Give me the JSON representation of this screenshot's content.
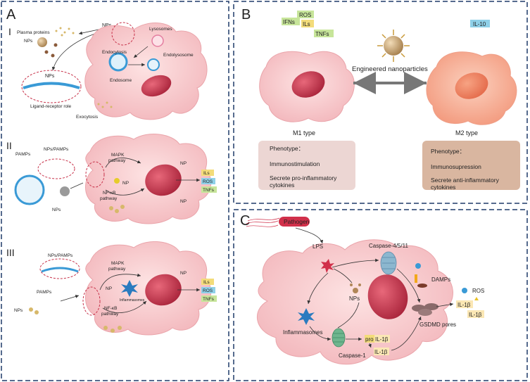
{
  "panels": {
    "a": {
      "letter": "A",
      "sections": {
        "one": {
          "numeral": "I",
          "plasma_proteins": "Plasma proteins",
          "nps_top": "NPs",
          "nps_left": "NPs",
          "nps_bubble": "NPs",
          "ligand_receptor": "Ligand-receptor role",
          "lysosomes": "Lysosomes",
          "endocytosis": "Endocytosis",
          "endolysosome": "Endolysosome",
          "endosome": "Endosome",
          "exocytosis": "Exocytosis"
        },
        "two": {
          "numeral": "II",
          "nps_pamps": "NPs/PAMPs",
          "pamps": "PAMPs",
          "nps": "NPs",
          "np_inner": "NP",
          "mapk_line1": "MAPK",
          "mapk_line2": "pathway",
          "nfkb_line1": "NF-κB",
          "nfkb_line2": "pathway",
          "np_top": "NP",
          "np_bottom": "NP",
          "tags": [
            "ILs",
            "ROS",
            "TNFs"
          ]
        },
        "three": {
          "numeral": "III",
          "nps_pamps": "NPs/PAMPs",
          "pamps": "PAMPs",
          "nps": "NPs",
          "np_inner": "NP",
          "mapk_line1": "MAPK",
          "mapk_line2": "pathway",
          "nfkb_line1": "NF-κB",
          "nfkb_line2": "pathway",
          "inflammasomes": "Inflammasomes",
          "np_right": "NP",
          "tags": [
            "ILs",
            "ROS",
            "TNFs"
          ]
        }
      }
    },
    "b": {
      "letter": "B",
      "m1_tags": [
        "ROS",
        "IFNs",
        "ILs",
        "TNFs"
      ],
      "m2_tag": "IL-10",
      "arrow_label": "Engineered nanoparticles",
      "m1_label": "M1 type",
      "m2_label": "M2 type",
      "m1_box": [
        "Phenotype：",
        "Immunostimulation",
        "Secrete pro-inflammatory",
        "cytokines"
      ],
      "m2_box": [
        "Phenotype：",
        "Immunosupression",
        "Secrete anti-inflammatory",
        "cytokines"
      ]
    },
    "c": {
      "letter": "C",
      "pathogen": "Pathogen",
      "lps": "LPS",
      "caspase_4511": "Caspase-4/5/11",
      "damps": "DAMPs",
      "ros": "ROS",
      "nps": "NPs",
      "inflammasomes": "Inflammasomes",
      "gsdmd_pores": "GSDMD pores",
      "caspase_1": "Caspase-1",
      "pro": "pro",
      "il1b_pro": "IL-1β",
      "il1b_mature": "IL-1β",
      "il1b_out1": "IL-1β",
      "il1b_out2": "IL-1β"
    }
  },
  "colors": {
    "border": "#1f3a68",
    "cell_fill": "#f7c6c8",
    "cell_edge": "#e9a0a6",
    "nucleus": "#c63a4d",
    "m2_cell": "#f6a58a",
    "m1_box": "#ecd6d3",
    "m2_box": "#d9b6a0",
    "tag_yellow": "#f3dc7a",
    "tag_green": "#c7e59a",
    "tag_blue": "#8fd0e8"
  }
}
